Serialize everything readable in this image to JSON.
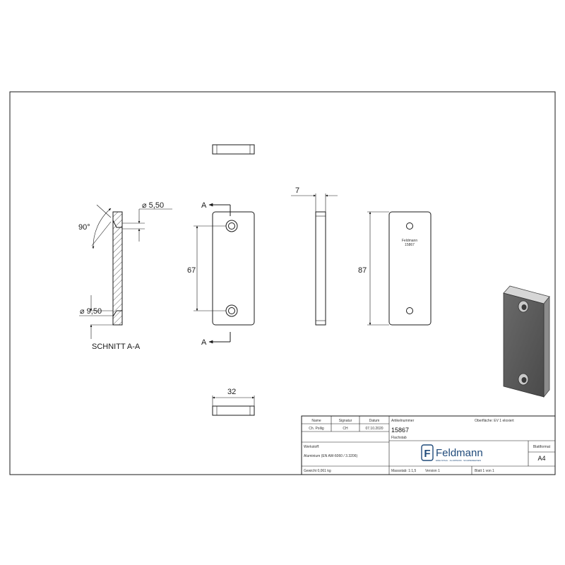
{
  "drawing": {
    "section_label": "SCHNITT A-A",
    "section_marker": "A",
    "dimensions": {
      "angle": "90°",
      "small_hole": "⌀ 5,50",
      "large_hole": "⌀ 9,50",
      "hole_spacing": "67",
      "thickness": "7",
      "height": "87",
      "width": "32"
    },
    "engraving": [
      "Feldmann",
      "15867"
    ]
  },
  "title_block": {
    "header_name": "Name",
    "header_signature": "Signatur",
    "header_date": "Datum",
    "name_value": "Ch. Pollig",
    "signature_value": "CH",
    "date_value": "07.10.2020",
    "article_number_label": "Artikelnummer",
    "article_number": "15867",
    "surface_label": "Oberfläche:  EV 1 eloxiert",
    "description": "Flachstab",
    "material_label": "Werkstoff:",
    "material_value": "Aluminium (EN AW-6060 / 3.3206)",
    "weight": "Gewicht 0,061 kg",
    "scale": "Massstab: 1:1,5",
    "version": "Version 1",
    "sheet": "Blatt 1 von 1",
    "format_label": "Blattformat",
    "format_value": "A4",
    "company": "Feldmann",
    "company_tagline": "EDELSTAHL · ALUMINIUM · SCHMIEDEEISEN",
    "logo_letter": "F"
  }
}
